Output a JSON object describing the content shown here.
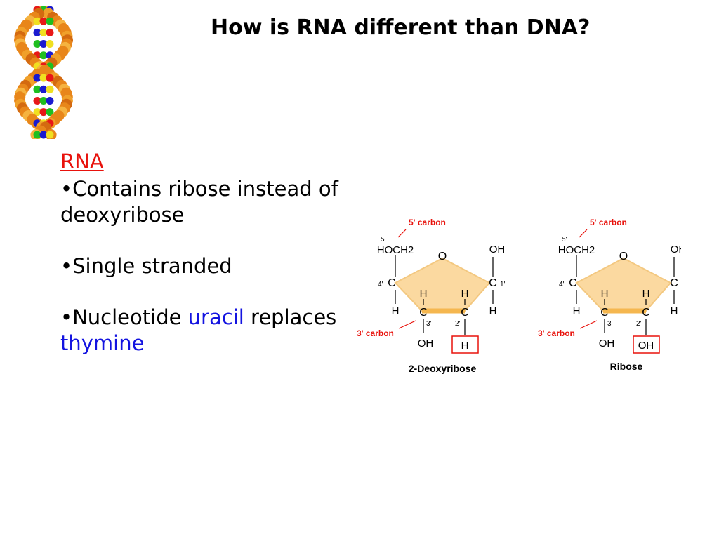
{
  "slide": {
    "title": "How is RNA different than DNA?",
    "heading": "RNA",
    "bullets": [
      {
        "text": "•Contains ribose instead of deoxyribose"
      },
      {
        "text": "•Single stranded"
      },
      {
        "prefix": "•Nucleotide ",
        "highlight1": "uracil",
        "middle": " replaces ",
        "highlight2": "thymine"
      }
    ]
  },
  "diagrams": [
    {
      "caption": "2-Deoxyribose",
      "carbon5_label": "5' carbon",
      "carbon3_label": "3' carbon",
      "top_left_group": "HOCH2",
      "ring_oxygen": "O",
      "c1_substituent": "OH",
      "c2_boxed_group": "H"
    },
    {
      "caption": "Ribose",
      "carbon5_label": "5' carbon",
      "carbon3_label": "3' carbon",
      "top_left_group": "HOCH2",
      "ring_oxygen": "O",
      "c1_substituent": "OH",
      "c2_boxed_group": "OH"
    }
  ],
  "colors": {
    "heading": "#e8120c",
    "highlight": "#1414e0",
    "annotation": "#e8120c",
    "sugar_ring": "#fbd9a0"
  }
}
